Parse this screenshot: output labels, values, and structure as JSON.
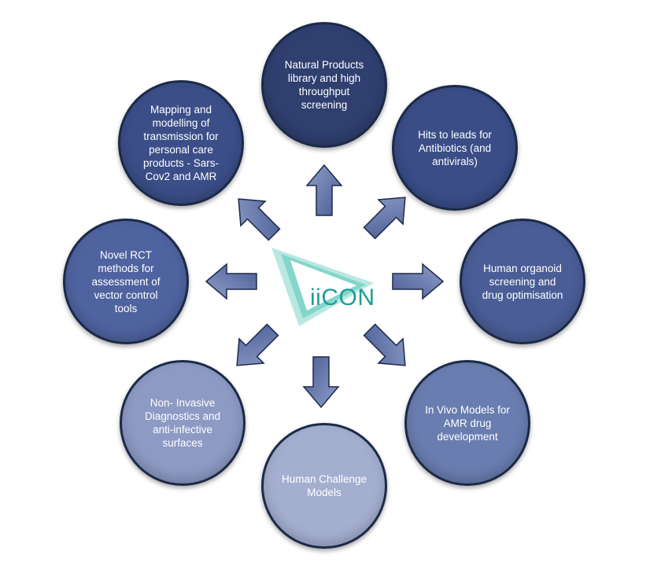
{
  "center": {
    "logo_text": "iiCON",
    "logo_color": "#1f9c96",
    "logo_accent": "#7fd6c8"
  },
  "nodes": [
    {
      "id": "natural-products",
      "label": "Natural Products library and high throughput screening",
      "color": "#2f3f6f"
    },
    {
      "id": "hits-to-leads",
      "label": "Hits to leads for Antibiotics (and antivirals)",
      "color": "#3a4d87"
    },
    {
      "id": "organoid",
      "label": "Human organoid screening and drug optimisation",
      "color": "#4a5d96"
    },
    {
      "id": "in-vivo",
      "label": "In Vivo Models for AMR drug development",
      "color": "#6a7db0"
    },
    {
      "id": "human-challenge",
      "label": "Human Challenge Models",
      "color": "#a4afd0"
    },
    {
      "id": "diagnostics",
      "label": "Non- Invasive Diagnostics and anti-infective surfaces",
      "color": "#8d9ac4"
    },
    {
      "id": "rct",
      "label": "Novel RCT methods for assessment of vector control tools",
      "color": "#4f63a0"
    },
    {
      "id": "mapping",
      "label": "Mapping and modelling of transmission for personal care products - Sars-Cov2 and AMR",
      "color": "#3b4e88"
    }
  ]
}
